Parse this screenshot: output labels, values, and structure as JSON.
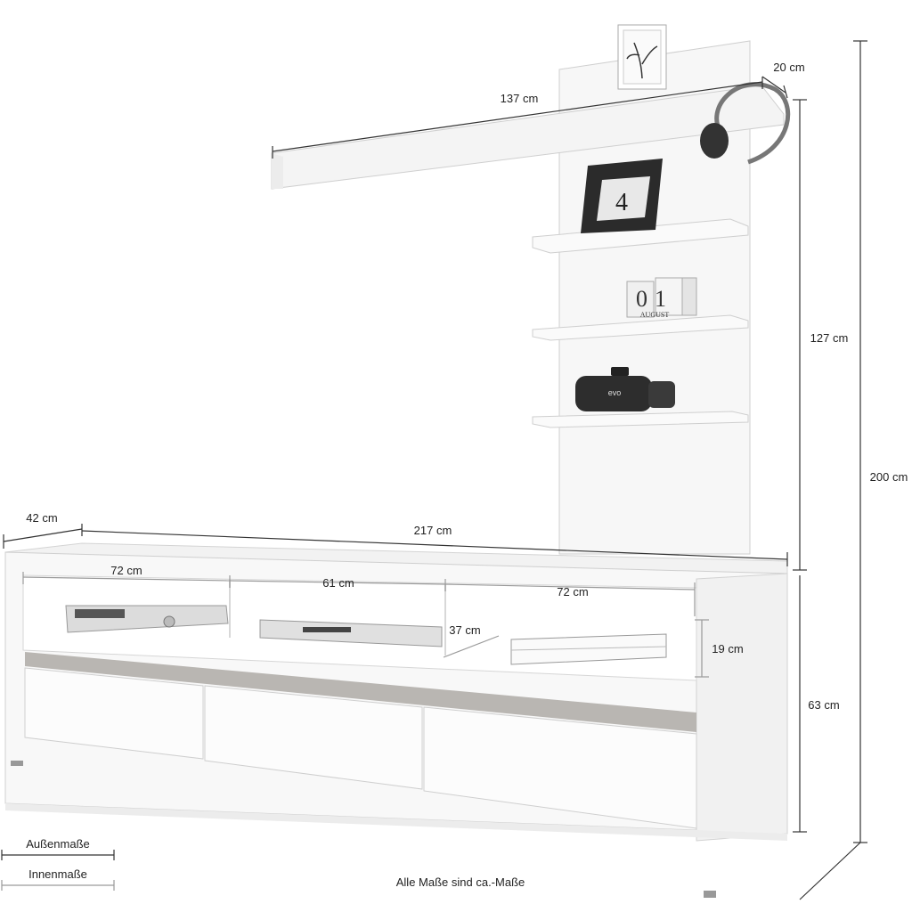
{
  "dimensions": {
    "shelf_length": "137 cm",
    "shelf_depth": "20 cm",
    "panel_height": "127 cm",
    "total_height": "200 cm",
    "depth": "42 cm",
    "width": "217 cm",
    "compartment_left": "72 cm",
    "compartment_middle": "61 cm",
    "compartment_right": "72 cm",
    "compartment_depth": "37 cm",
    "compartment_height": "19 cm",
    "lowboard_height": "63 cm"
  },
  "legend": {
    "outer_label": "Außenmaße",
    "inner_label": "Innenmaße"
  },
  "footnote": "Alle Maße sind ca.-Maße",
  "decor": {
    "frame_number": "4",
    "calendar_day": "01",
    "calendar_month": "AUGUST",
    "vr_brand": "evo"
  },
  "colors": {
    "outer_line": "#333333",
    "inner_line": "#9a9a9a",
    "furniture": "#f7f7f7",
    "concrete_strip": "#b9b6b2"
  }
}
